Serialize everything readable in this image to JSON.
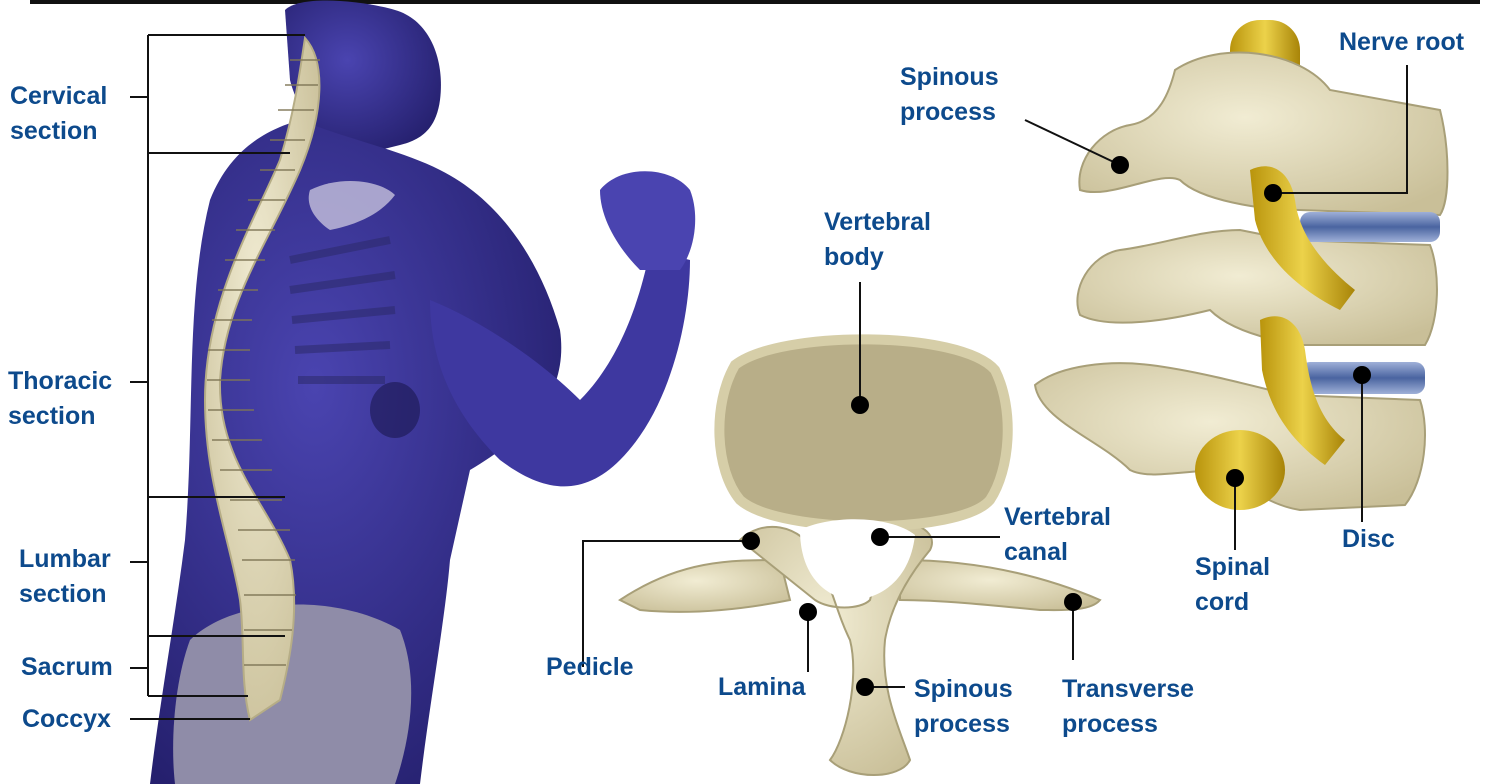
{
  "spine_regions": {
    "cervical": [
      "Cervical",
      "section"
    ],
    "thoracic": [
      "Thoracic",
      "section"
    ],
    "lumbar": [
      "Lumbar",
      "section"
    ],
    "sacrum": "Sacrum",
    "coccyx": "Coccyx"
  },
  "vertebra_top_view": {
    "vertebral_body": [
      "Vertebral",
      "body"
    ],
    "vertebral_canal": [
      "Vertebral",
      "canal"
    ],
    "pedicle": "Pedicle",
    "lamina": "Lamina",
    "spinous_process": [
      "Spinous",
      "process"
    ],
    "transverse_process": [
      "Transverse",
      "process"
    ]
  },
  "vertebra_side_view": {
    "spinous_process": [
      "Spinous",
      "process"
    ],
    "nerve_root": "Nerve root",
    "spinal_cord": [
      "Spinal",
      "cord"
    ],
    "disc": "Disc"
  },
  "colors": {
    "label": "#0d4a8c",
    "body_silhouette": "#3b3596",
    "bone": "#e3dcbc",
    "disc": "#6f86b8",
    "nerve": "#d8b41a"
  }
}
